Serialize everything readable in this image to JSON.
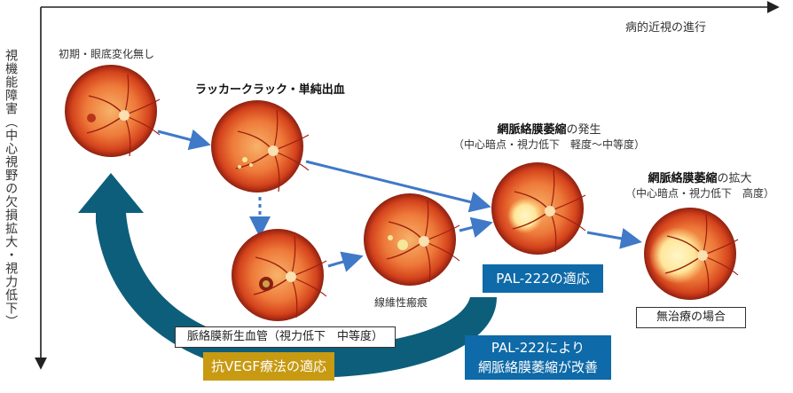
{
  "axes": {
    "x_label": "病的近視の進行",
    "y_label": "視機能障害（中心視野の欠損拡大・視力低下）"
  },
  "stages": {
    "initial": "初期・眼底変化無し",
    "lacquer": "ラッカークラック・単純出血",
    "fibrous": "線維性瘢痕",
    "atrophy_onset_title": "網脈絡膜萎縮",
    "atrophy_onset_suffix": "の発生",
    "atrophy_onset_sub": "（中心暗点・視力低下　軽度～中等度）",
    "atrophy_expand_title": "網脈絡膜萎縮",
    "atrophy_expand_suffix": "の拡大",
    "atrophy_expand_sub": "（中心暗点・視力低下　高度）"
  },
  "boxes": {
    "cnv": "脈絡膜新生血管（視力低下　中等度）",
    "untreated": "無治療の場合"
  },
  "callouts": {
    "anti_vegf": "抗VEGF療法の適応",
    "pal_indication": "PAL-222の適応",
    "pal_improve_line1": "PAL-222により",
    "pal_improve_line2": "網脈絡膜萎縮が改善"
  },
  "colors": {
    "teal": "#0d5e7a",
    "pal_blue": "#0e6aa8",
    "gold": "#c79a12",
    "arrow_blue": "#3f79c8",
    "axis": "#222222"
  }
}
